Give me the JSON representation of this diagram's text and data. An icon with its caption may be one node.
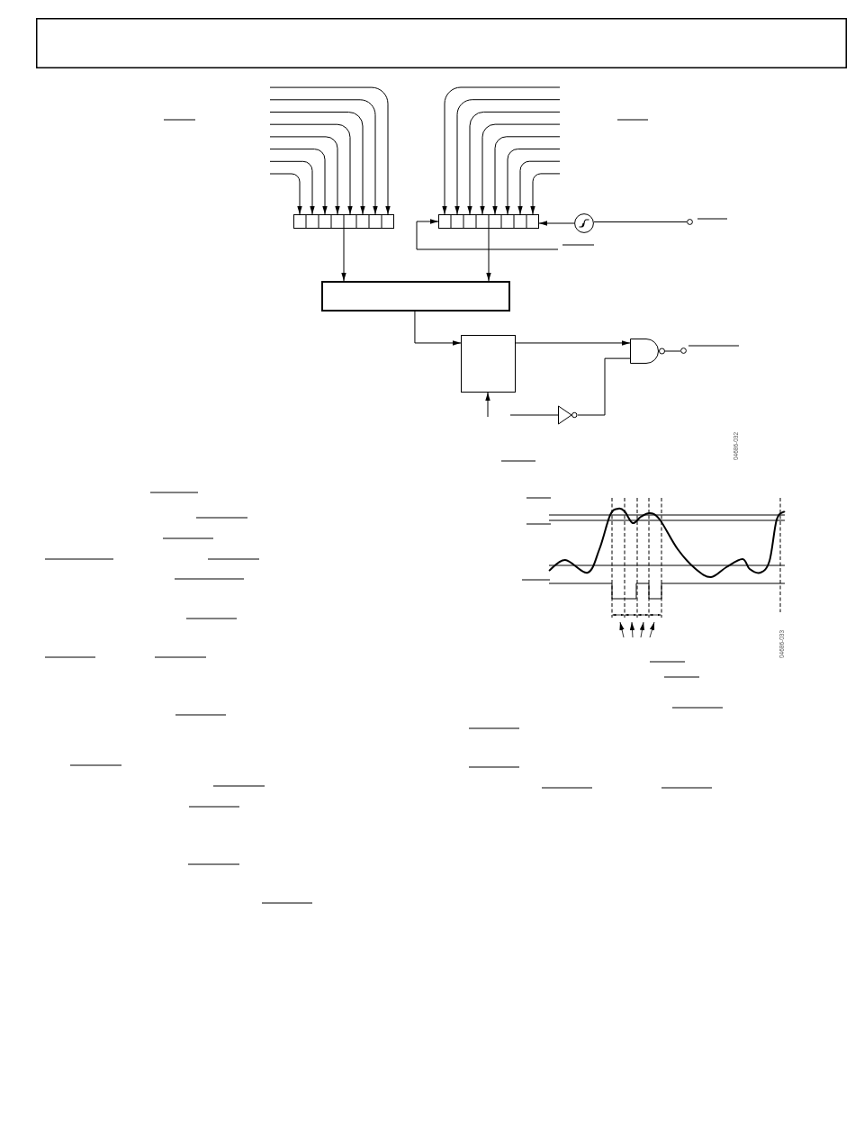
{
  "diagram": {
    "nodes": [
      {
        "text": [],
        "shape": "box"
      },
      {
        "text": [],
        "shape": "box"
      },
      {
        "text": [],
        "shape": "box"
      },
      {
        "text": [],
        "shape": "circle"
      },
      {
        "text": [],
        "shape": "circle"
      },
      {
        "text": [],
        "shape": "box"
      },
      {
        "text": [],
        "shape": "box"
      },
      {
        "text": [],
        "shape": "gate"
      },
      {
        "text": [],
        "shape": "circle"
      },
      {
        "text": [],
        "shape": "triangle"
      }
    ],
    "edges": [
      {
        "from": null,
        "to": 1,
        "arrow": "to"
      },
      {
        "from": null,
        "to": 1,
        "arrow": "to"
      },
      {
        "from": null,
        "to": 1,
        "arrow": "to"
      },
      {
        "from": null,
        "to": 1,
        "arrow": "to"
      },
      {
        "from": null,
        "to": 1,
        "arrow": "to"
      },
      {
        "from": null,
        "to": 1,
        "arrow": "to"
      },
      {
        "from": null,
        "to": 1,
        "arrow": "to"
      },
      {
        "from": null,
        "to": 1,
        "arrow": "to"
      },
      {
        "from": null,
        "to": 2,
        "arrow": "to"
      },
      {
        "from": null,
        "to": 2,
        "arrow": "to"
      },
      {
        "from": null,
        "to": 2,
        "arrow": "to"
      },
      {
        "from": null,
        "to": 2,
        "arrow": "to"
      },
      {
        "from": null,
        "to": 2,
        "arrow": "to"
      },
      {
        "from": null,
        "to": 2,
        "arrow": "to"
      },
      {
        "from": null,
        "to": 2,
        "arrow": "to"
      },
      {
        "from": null,
        "to": 2,
        "arrow": "to"
      },
      {
        "from": 4,
        "to": 3,
        "arrow": "none"
      },
      {
        "from": 3,
        "to": 2,
        "arrow": "to"
      },
      {
        "from": null,
        "to": 2,
        "arrow": "to"
      },
      {
        "from": 1,
        "to": 5,
        "arrow": "to"
      },
      {
        "from": 2,
        "to": 5,
        "arrow": "to"
      },
      {
        "from": 5,
        "to": 6,
        "arrow": "to"
      },
      {
        "from": 6,
        "to": 7,
        "arrow": "to"
      },
      {
        "from": null,
        "to": 6,
        "arrow": "to"
      },
      {
        "from": null,
        "to": 9,
        "arrow": "none"
      },
      {
        "from": 9,
        "to": 7,
        "arrow": "none"
      },
      {
        "from": 7,
        "to": 8,
        "arrow": "none"
      }
    ],
    "labels": [
      "04686-032",
      "04686-033"
    ]
  }
}
